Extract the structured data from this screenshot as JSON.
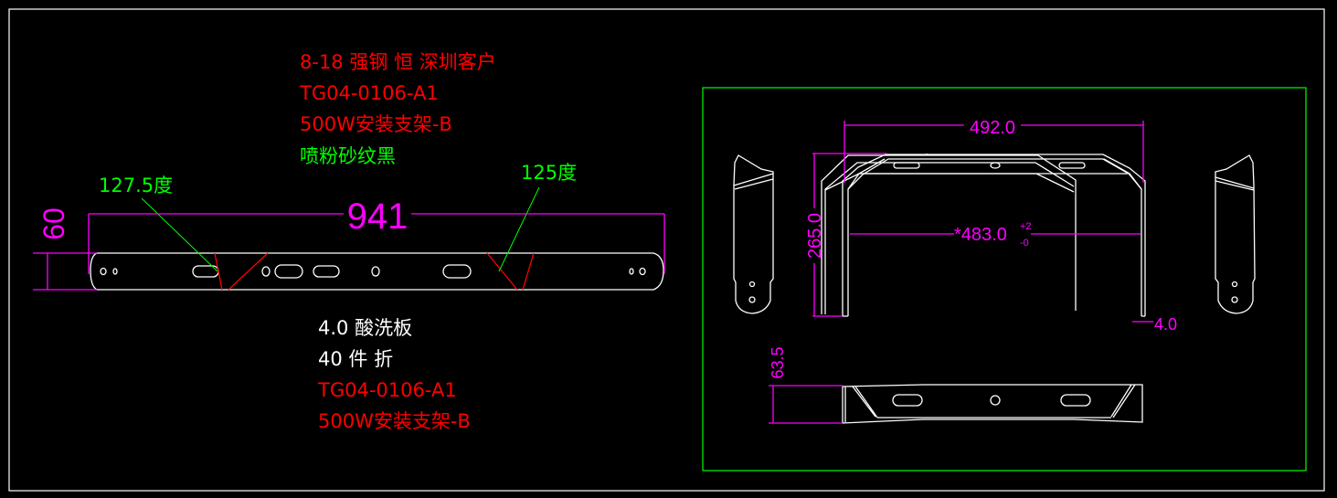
{
  "title_block": {
    "line1": "8-18  强钢  恒  深圳客户",
    "part_no": "TG04-0106-A1",
    "part_name": "500W安装支架-B",
    "finish": "喷粉砂纹黑"
  },
  "notes": {
    "material": "4.0  酸洗板",
    "qty": "40  件  折",
    "part_no": "TG04-0106-A1",
    "part_name": "500W安装支架-B"
  },
  "flat_pattern": {
    "angle_left": "127.5度",
    "angle_right": "125度",
    "length": "941",
    "width": "60"
  },
  "views": {
    "width_outer": "492.0",
    "height": "265.0",
    "width_inner": "*483.0",
    "tol_plus": "+2",
    "tol_minus": "-0",
    "thickness": "4.0",
    "depth": "63.5"
  },
  "colors": {
    "red": "#ff0000",
    "green": "#00ff00",
    "magenta": "#ff00ff",
    "white": "#ffffff"
  }
}
